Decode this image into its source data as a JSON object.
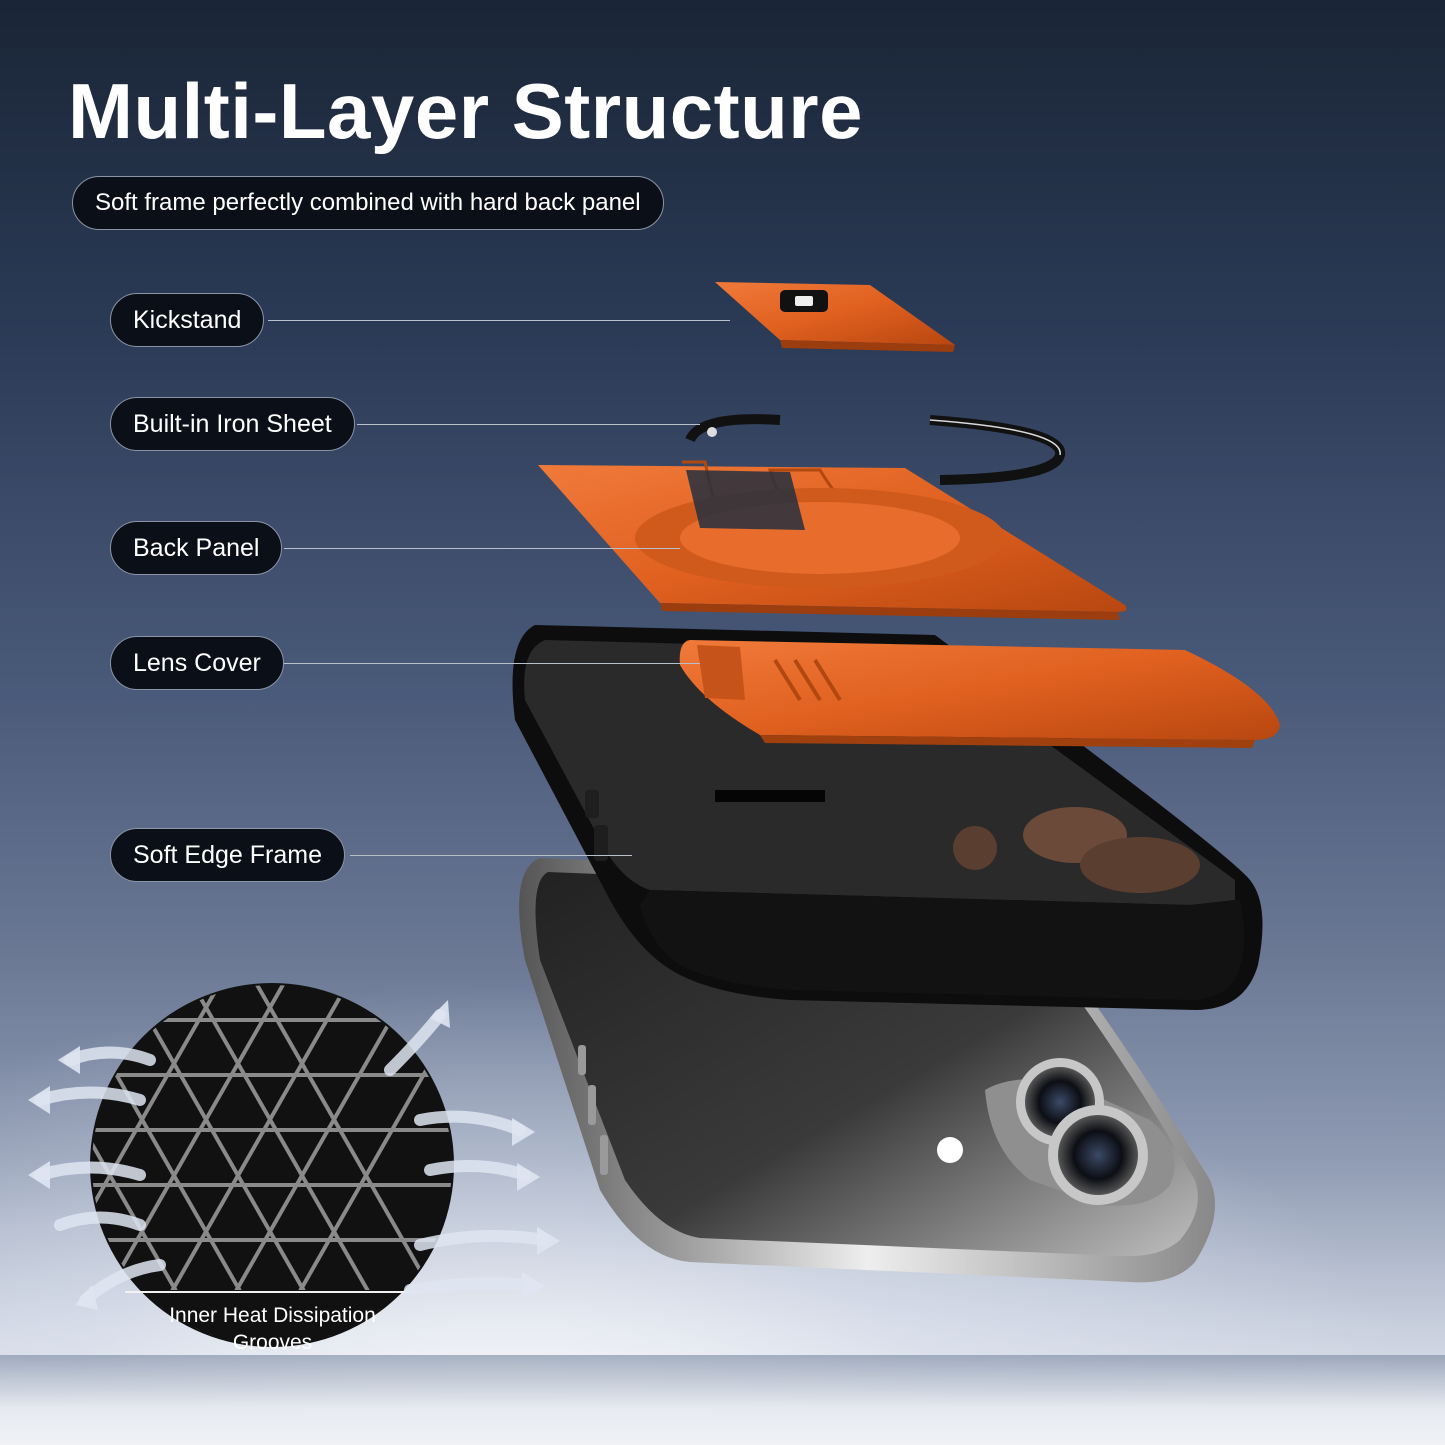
{
  "title": "Multi-Layer Structure",
  "subtitle": "Soft frame perfectly combined with hard back panel",
  "labels": {
    "kickstand": "Kickstand",
    "iron_sheet": "Built-in Iron Sheet",
    "back_panel": "Back Panel",
    "lens_cover": "Lens Cover",
    "soft_edge_frame": "Soft Edge Frame"
  },
  "heat_caption": {
    "line1": "Inner Heat Dissipation",
    "line2": "Grooves"
  },
  "colors": {
    "accent_orange": "#e0601f",
    "case_black": "#141414"
  }
}
